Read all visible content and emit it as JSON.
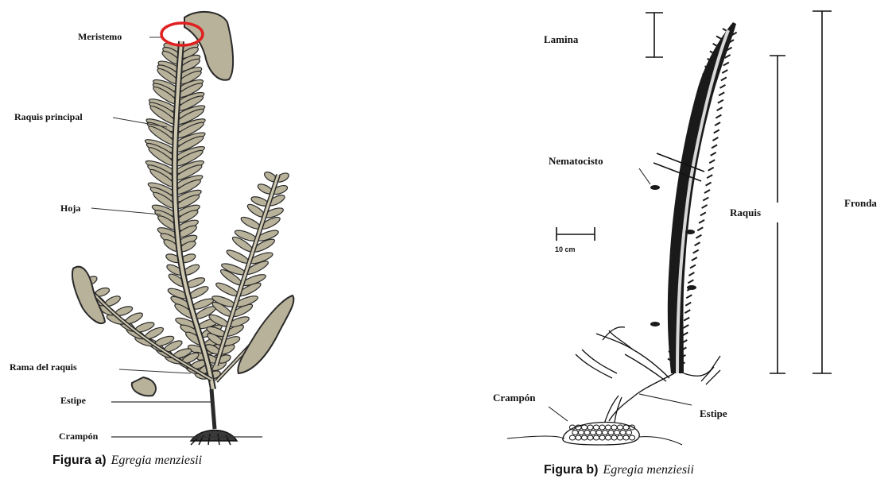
{
  "figure_a": {
    "labels": {
      "meristemo": "Meristemo",
      "raquis_principal": "Raquis principal",
      "hoja": "Hoja",
      "rama_del_raquis": "Rama del raquis",
      "estipe": "Estipe",
      "crampon": "Crampón"
    },
    "caption_prefix": "Figura a)",
    "caption_species": "Egregia menziesii",
    "colors": {
      "frond_fill": "#b9b29a",
      "frond_stroke": "#2a2a2a",
      "highlight": "#e02020"
    }
  },
  "figure_b": {
    "labels": {
      "lamina": "Lamina",
      "nematocisto": "Nematocisto",
      "raquis": "Raquis",
      "fronda": "Fronda",
      "crampon": "Crampón",
      "estipe": "Estipe"
    },
    "scale_label": "10 cm",
    "caption_prefix": "Figura b)",
    "caption_species": "Egregia menziesii",
    "colors": {
      "frond_fill": "#1a1a1a",
      "rachis_fill": "#d8d8d8"
    }
  }
}
